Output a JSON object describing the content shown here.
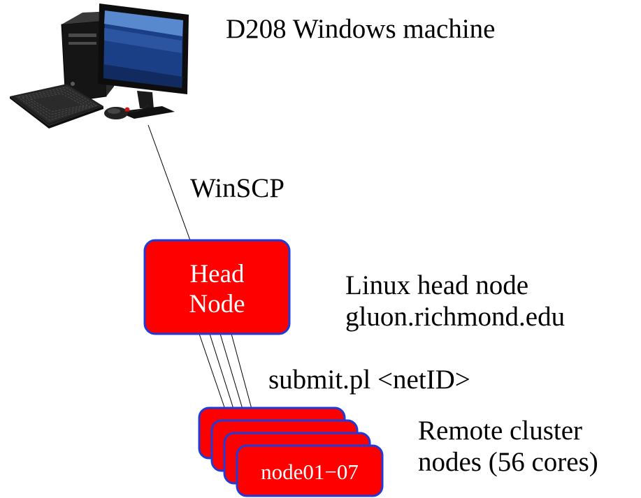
{
  "diagram": {
    "computer": {
      "label": "D208 Windows machine",
      "icon": "desktop-computer-icon"
    },
    "connection": {
      "label": "WinSCP"
    },
    "head_node": {
      "box_line1": "Head",
      "box_line2": "Node",
      "description_line1": "Linux head node",
      "description_line2": "gluon.richmond.edu"
    },
    "submit": {
      "label": "submit.pl <netID>"
    },
    "cluster": {
      "box_label": "node01−07",
      "description_line1": "Remote cluster",
      "description_line2": "nodes (56 cores)"
    },
    "colors": {
      "node_fill": "#ff0000",
      "node_border": "#1f3bd8",
      "text": "#000000",
      "node_text": "#ffffff",
      "line": "#000000"
    }
  }
}
